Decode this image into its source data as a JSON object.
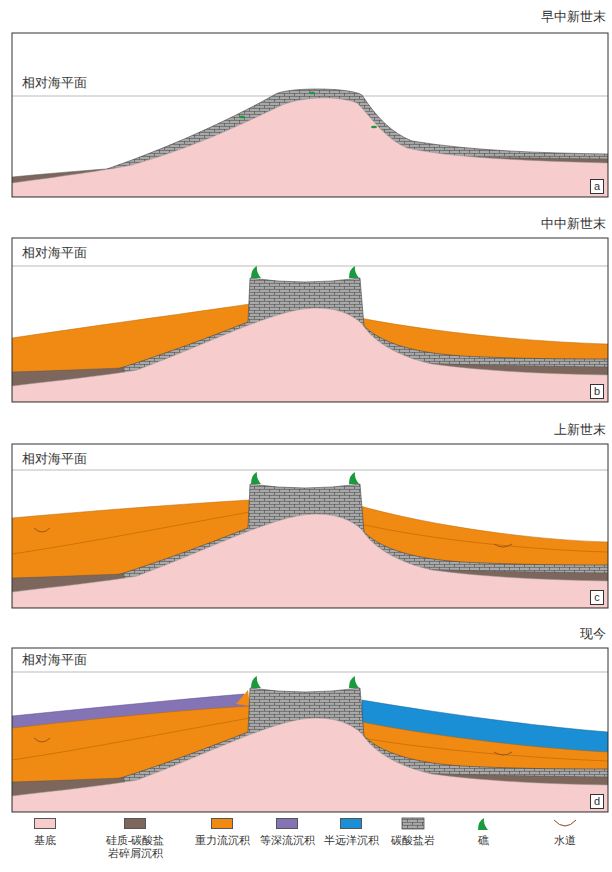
{
  "diagram": {
    "labels": [
      "早中新世末",
      "相对海平面",
      "a",
      "中中新世末",
      "相对海平面",
      "b",
      "上新世末",
      "相对海平面",
      "c",
      "现今",
      "相对海平面",
      "d"
    ],
    "legend": [
      {
        "text": "基底",
        "color": "#f7cccc"
      },
      {
        "text": "硅质-碳酸盐 岩碎屑沉积",
        "color": "#7d675c"
      },
      {
        "text": "重力流沉积",
        "color": "#f08a12"
      },
      {
        "text": "等深流沉积",
        "color": "#8474b6"
      },
      {
        "text": "半远洋沉积",
        "color": "#1a8fd6"
      },
      {
        "text": "碳酸盐岩"
      },
      {
        "text": "礁"
      },
      {
        "text": "水道"
      }
    ]
  }
}
